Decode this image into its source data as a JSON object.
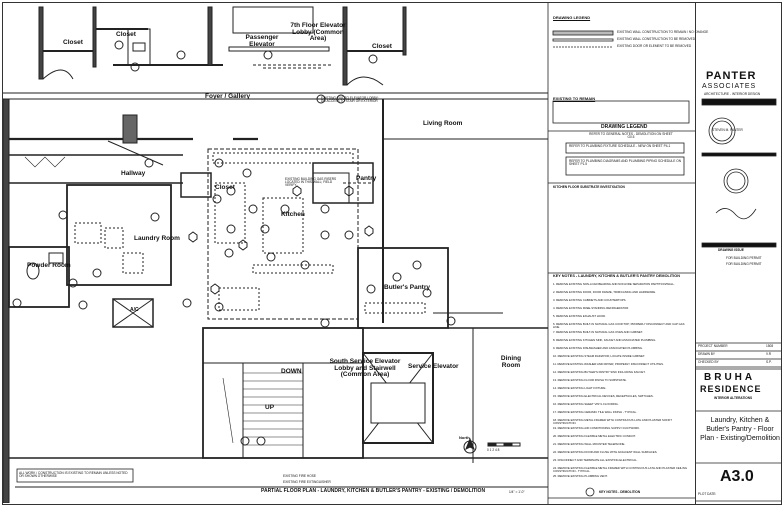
{
  "rooms": {
    "closet_tl": "Closet",
    "closet_tl2": "Closet",
    "passenger_elevator": "Passenger Elevator",
    "elevator_lobby": "7th Floor Elevator Lobby (Common Area)",
    "closet_tr": "Closet",
    "foyer": "Foyer / Gallery",
    "living_room": "Living Room",
    "hallway": "Hallway",
    "closet_mid": "Closet",
    "kitchen": "Kitchen",
    "pantry": "Pantry",
    "laundry": "Laundry Room",
    "powder": "Powder Room",
    "butlers_pantry": "Butler's Pantry",
    "south_service": "South Service Elevator Lobby and Stairwell (Common Area)",
    "service_elevator": "Service Elevator",
    "dining": "Dining Room",
    "down": "DOWN",
    "up": "UP"
  },
  "notes": {
    "general_bottom": "ALL WORK / CONSTRUCTION IS EXISTING TO REMAIN UNLESS NOTED OR SHOWN OTHERWISE",
    "elevator_note": "EXISTING EXIT TO ELEVATOR LOBBY; DO ACCESS TO STAIR OR EXTERIOR",
    "gas_note": "EXISTING BUILDING GAS RISERS LOCATED IN THIS WALL; FIELD VERIFY",
    "fire_hose": "EXISTING FIRE HOSE",
    "fire_ext": "EXISTING FIRE EXTINGUISHER",
    "north": "North",
    "scale_label": "0   1   2   4   8"
  },
  "drawing_legend": {
    "title": "DRAWING LEGEND",
    "items": [
      "EXISTING WALL CONSTRUCTION TO REMAIN / NO CHANGE",
      "EXISTING WALL CONSTRUCTION TO BE REMOVED",
      "EXISTING DOOR OR ELEMENT TO BE REMOVED"
    ],
    "existing_to_remain": "EXISTING TO REMAIN",
    "panel_title": "DRAWING LEGEND"
  },
  "refer_notes": {
    "general": "REFER TO GENERAL NOTES - DEMOLITION ON SHEET G0.5",
    "items": [
      "REFER TO PLUMBING FIXTURE SCHEDULE - NEW ON SHEET P4-1",
      "REFER TO PLUMBING DIAGRAMS AND PLUMBING PIPING SCHEDULE ON SHEET P1.5"
    ],
    "substrate_title": "KITCHEN FLOOR SUBSTRATE INVESTIGATION"
  },
  "keynotes": {
    "title": "KEY NOTES - LAUNDRY, KITCHEN & BUTLER'S PANTRY DEMOLITION",
    "items": [
      "1. REMOVE EXISTING NON-LOAD BEARING AND NON-FIRE SEPARATION PARTITION/WALL.",
      "2. REMOVE EXISTING DOOR, DOOR FRAME, TRIM/CASING AND HARDWARE.",
      "3. REMOVE EXISTING CABINETS AND COUNTERTOPS.",
      "4. REMOVE EXISTING FREE-STANDING REFRIGERATOR.",
      "5. REMOVE EXISTING EXHAUST HOOD.",
      "6. REMOVE EXISTING BUILT-IN NATURAL GAS COOKTOP; PROPERLY DISCONNECT AND CAP GAS LINE.",
      "7. REMOVE EXISTING BUILT-IN NATURAL GAS OVEN AND CABINET.",
      "8. REMOVE EXISTING KITCHEN SINK, FAUCET AND ASSOCIATED PLUMBING.",
      "9. REMOVE EXISTING DISHWASHER AND ASSOCIATED PLUMBING.",
      "10. REMOVE EXISTING STEAM RADIATOR; LOCATE INSIDE CABINET.",
      "11. REMOVE EXISTING WASHER AND DRYER; PROPERLY DISCONNECT UTILITIES.",
      "12. REMOVE EXISTING BUTLER'S PANTRY SINK INCLUDING FAUCET.",
      "13. REMOVE EXISTING FLOOR FINISH TO SUBSTRATE.",
      "14. REMOVE EXISTING LIGHT FIXTURE.",
      "15. REMOVE EXISTING ELECTRICAL DEVICES, RECEPTACLES, SWITCHES.",
      "16. REMOVE EXISTING SHEET VINYL FLOORING.",
      "17. REMOVE EXISTING CERAMIC TILE WALL FINISH - TYPICAL.",
      "18. REMOVE EXISTING METAL FRAMED WITH CONTINUOUS LATH AND PLASTER SOFFIT CONSTRUCTION.",
      "19. REMOVE EXISTING AIR CONDITIONING SUPPLY DUCTWORK.",
      "20. REMOVE EXISTING FLEXIBLE METAL ELECTRIC CONDUIT.",
      "21. REMOVE EXISTING WALL MOUNTED TELEPHONE.",
      "22. REMOVE EXISTING DOOR AND FLUSH WITH ADJACENT WALL SURFACES.",
      "23. DISCONNECT AND TERMINATE ALL EXISTING ELECTRICAL.",
      "24. REMOVE EXISTING FLEXIBLE METAL FRAMED WITH CONTINUOUS LATH AND PLASTER CEILING CONSTRUCTION - TYPICAL.",
      "25. REMOVE EXISTING PLUMBING VENT."
    ],
    "footer": "KEY NOTES - DEMOLITION"
  },
  "title_block": {
    "firm_line1": "PANTER",
    "firm_line2": "ASSOCIATES",
    "firm_sub": "ARCHITECTURE - INTERIOR DESIGN",
    "stamp": "STEVEN M. PANTER",
    "project_line1": "BRUHA",
    "project_line2": "RESIDENCE",
    "project_sub": "INTERIOR ALTERATIONS",
    "sheet_desc": "Laundry, Kitchen & Butler's Pantry - Floor Plan - Existing/Demolition",
    "sheet_no": "A3.0",
    "plot_date_label": "PLOT DATE:",
    "drawing_issue": "DRAWING ISSUE",
    "issue_items": [
      "FOR BUILDING PERMIT",
      "FOR BUILDING PERMIT"
    ],
    "project_number_label": "PROJECT NUMBER",
    "project_number": "1508",
    "drawn_by_label": "DRAWN BY",
    "drawn_by": "V.R",
    "checked_by_label": "CHECKED BY",
    "checked_by": "S.P."
  },
  "plan_title": "PARTIAL FLOOR PLAN - LAUNDRY, KITCHEN & BUTLER'S PANTRY - EXISTING / DEMOLITION",
  "plan_scale": "1/4\" = 1'-0\""
}
